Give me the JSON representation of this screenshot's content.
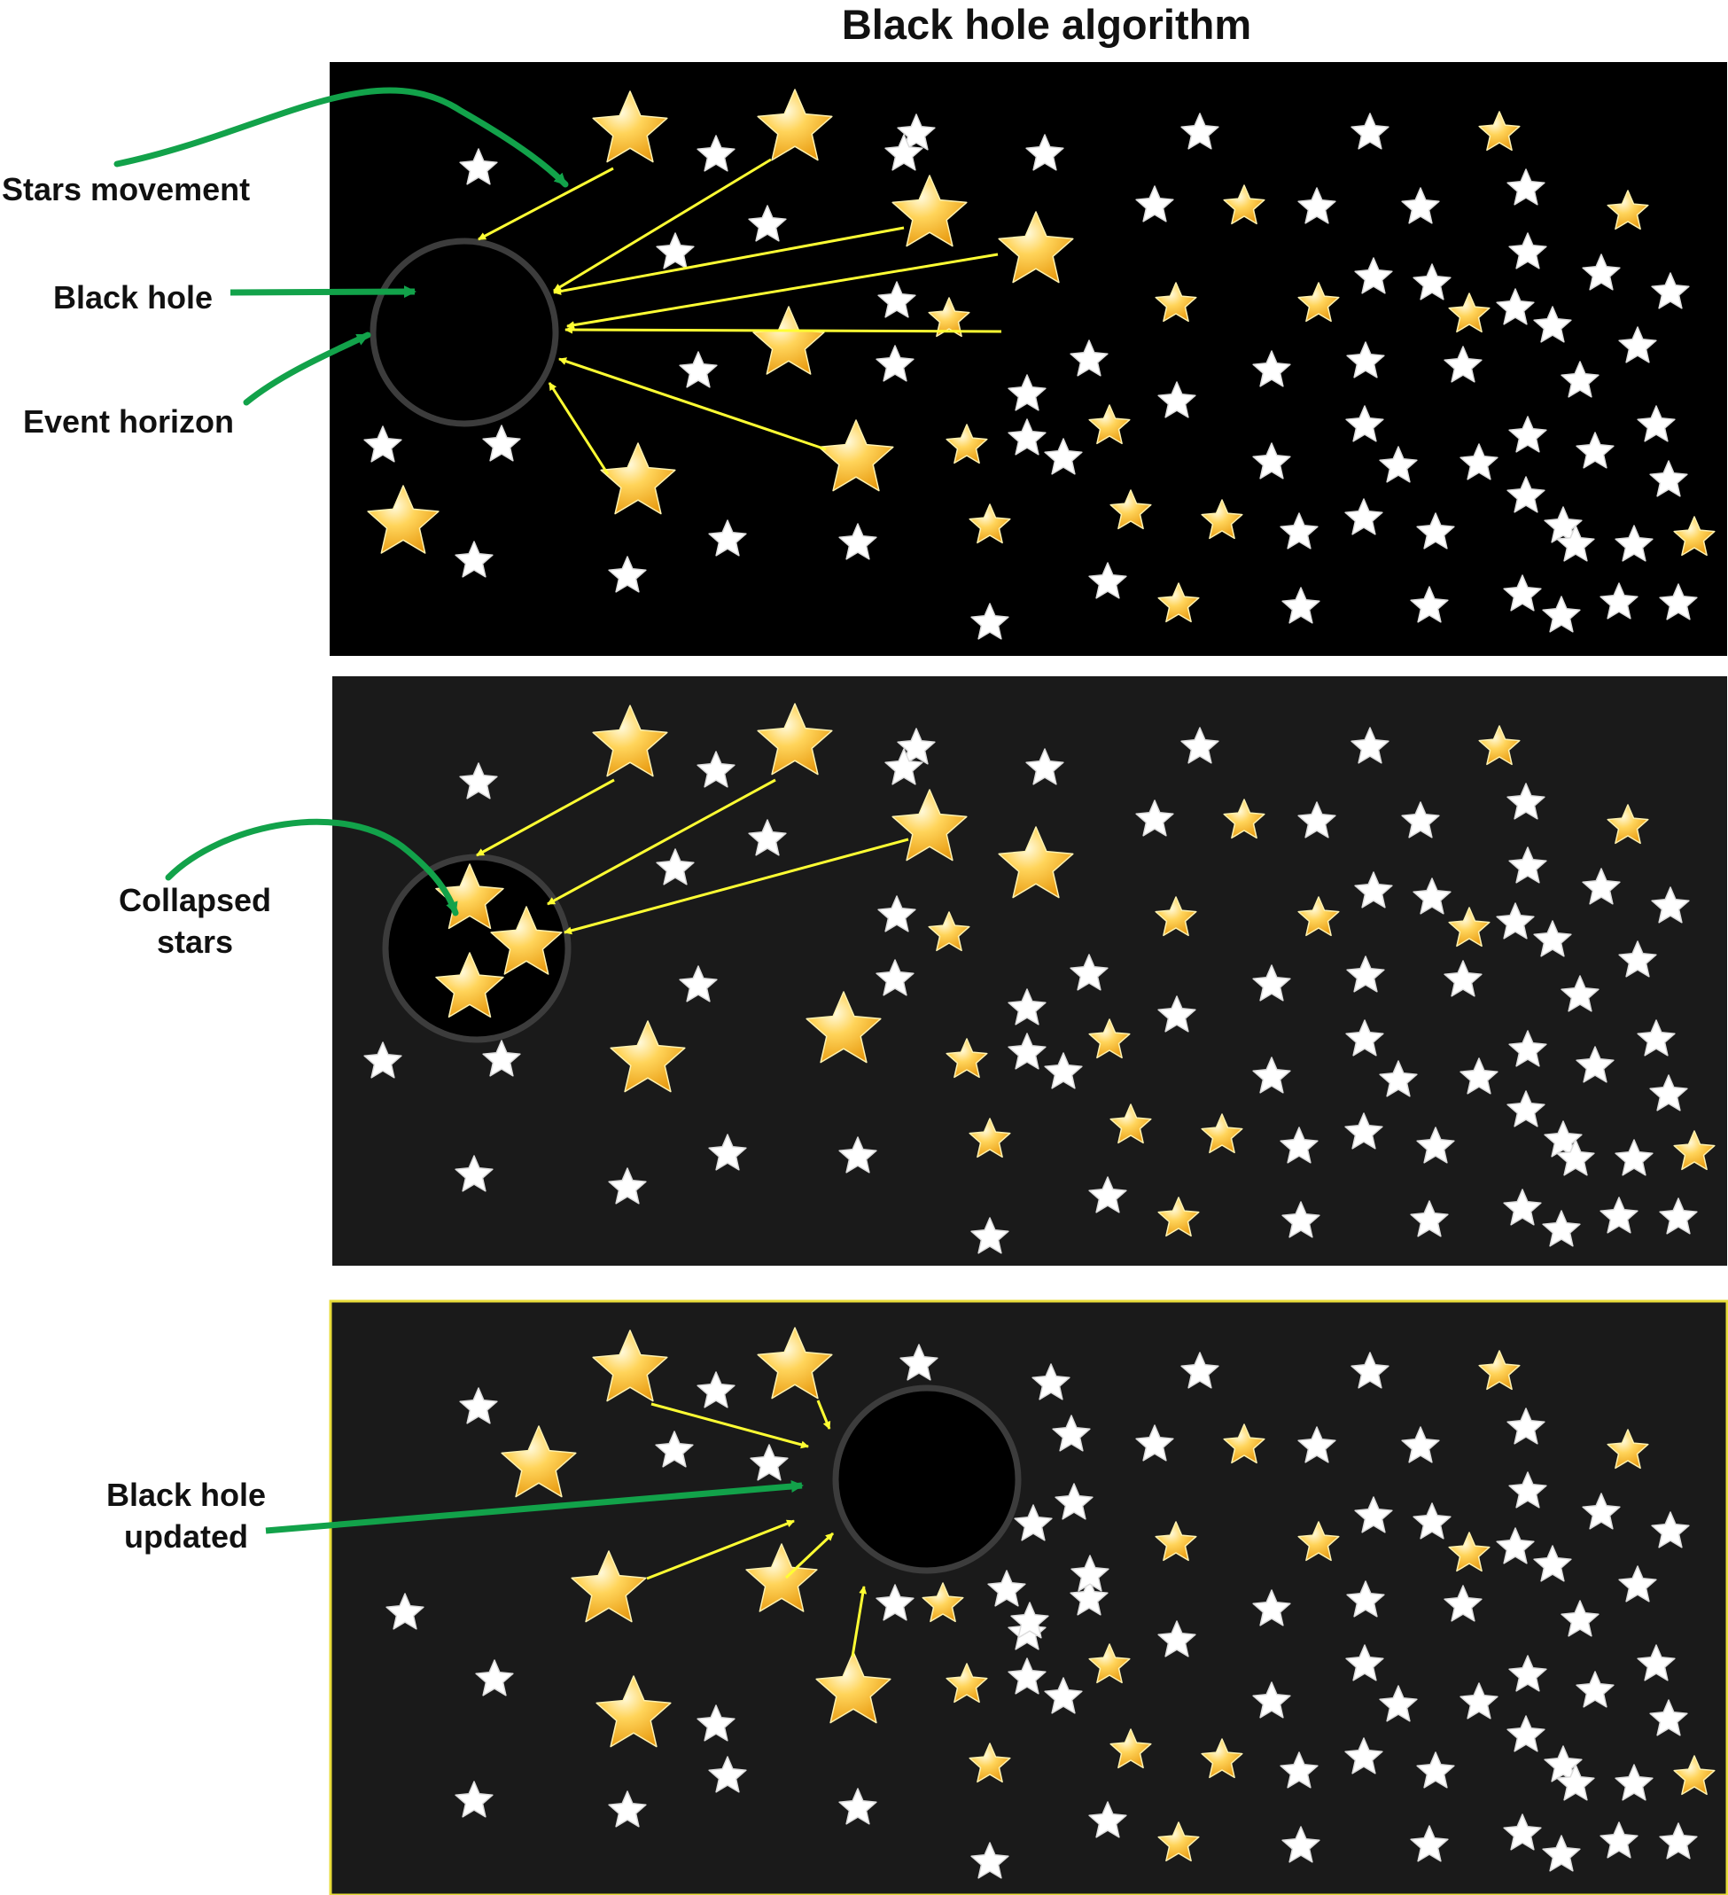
{
  "title": "Black hole algorithm",
  "colors": {
    "background": "#ffffff",
    "panel1": "#000000",
    "panel2": "#1a1a1a",
    "panel3": "#1a1a1a",
    "panel3_border": "#e8dc3a",
    "horizon": "#3c3c3c",
    "hole": "#000000",
    "pointer": "#12a24a",
    "movement": "#ffff33",
    "star_white": "#ffffff",
    "star_gold": "#f6b21c"
  },
  "icons": [
    "star-icon",
    "black-hole-icon"
  ],
  "panels": [
    {
      "name": "initial-state",
      "labels": {
        "stars_movement": "Stars movement",
        "black_hole": "Black hole",
        "event_horizon": "Event horizon"
      }
    },
    {
      "name": "collapsed-state",
      "labels": {
        "collapsed_line1": "Collapsed",
        "collapsed_line2": "stars"
      }
    },
    {
      "name": "updated-state",
      "labels": {
        "updated_line1": "Black hole",
        "updated_line2": "updated"
      }
    }
  ]
}
